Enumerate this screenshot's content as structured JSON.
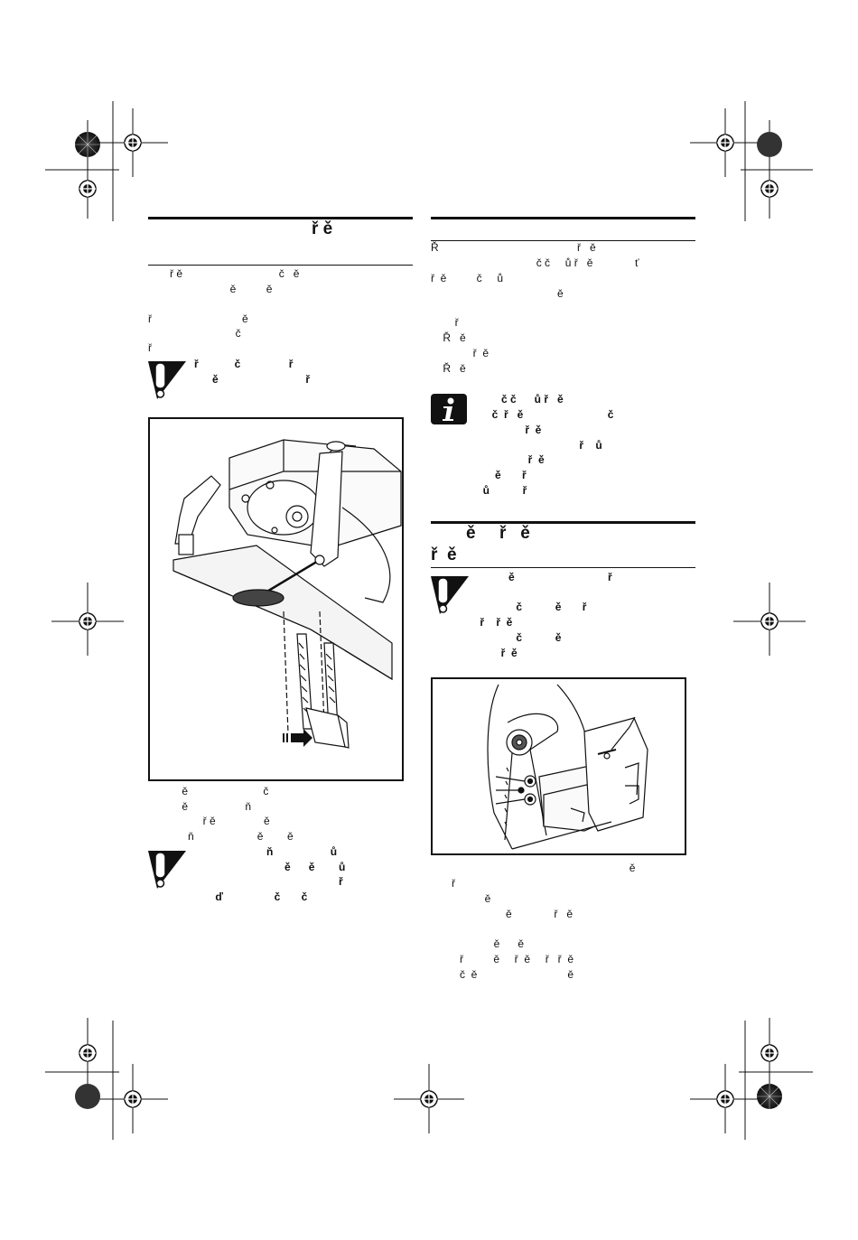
{
  "left_column": {
    "heading": "ř ě",
    "paragraph_1": [
      "ř ě                                č   ě",
      "                    ě          ě",
      "",
      "ř                              ě",
      "                             č",
      "ř"
    ],
    "warning_1": [
      "ř            č                ř",
      "      ě                             ř"
    ],
    "caption_lines": [
      "    ě                         č",
      "    ě                   ň",
      "           ř ě                ě",
      "      ň                     ě        ě"
    ],
    "warning_2": [
      "                        ň                   ů",
      "                              ě      ě        ů",
      "                                                ř",
      "       ď                 č       č"
    ]
  },
  "right_column": {
    "intro_lines": [
      "Ř                                              ř   ě",
      "                                   č č     ů ř   ě              ť",
      "ř  ě          č     ů",
      "                                          ě",
      "",
      "        ř",
      "    Ř   ě",
      "              ř  ě",
      "    Ř   ě"
    ],
    "info_note": [
      "č č      ů ř   ě",
      "     č  ř   ě                            č",
      "                ř  ě",
      "                                  ř    ů",
      "                 ř  ě",
      "      ě       ř",
      "  ů           ř"
    ],
    "heading_line_1": "ě     ř   ě",
    "heading_line_2": "ř  ě",
    "warning_3": [
      "ě                               ř",
      "",
      "             č           ě       ř",
      " ř    ř  ě",
      "             č           ě",
      "        ř  ě"
    ],
    "body_lines": [
      "                                                           ě",
      "ř",
      "           ě",
      "                  ě              ř   ě",
      "",
      "              ě      ě",
      "ř          ě     ř  ě     ř   ř  ě",
      "č  ě                              ě"
    ]
  },
  "icons": {
    "warning": "warning-exclamation-icon",
    "info": "info-i-icon",
    "crop": "crop-mark-icon",
    "registration": "registration-target-icon"
  },
  "colors": {
    "ink": "#111111",
    "paper": "#ffffff"
  }
}
